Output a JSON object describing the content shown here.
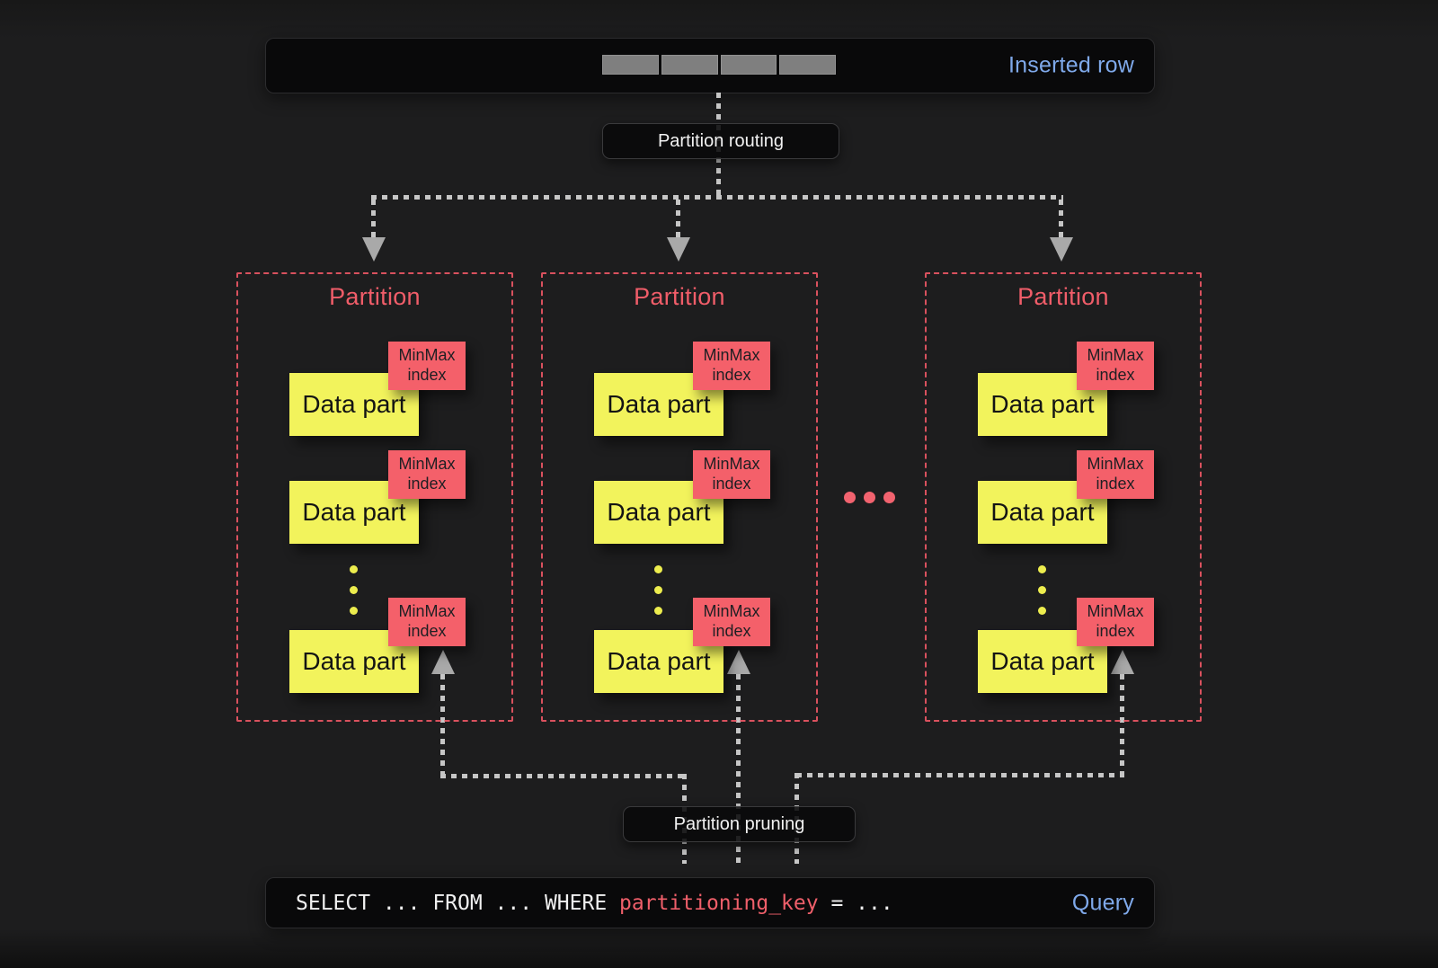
{
  "top_bar": {
    "label": "Inserted row",
    "row_cell_count": 4
  },
  "routing": {
    "label": "Partition routing"
  },
  "partitions": [
    {
      "title": "Partition",
      "parts": [
        {
          "label": "Data part",
          "index_tag": "MinMax index"
        },
        {
          "label": "Data part",
          "index_tag": "MinMax index"
        },
        {
          "label": "Data part",
          "index_tag": "MinMax index"
        }
      ]
    },
    {
      "title": "Partition",
      "parts": [
        {
          "label": "Data part",
          "index_tag": "MinMax index"
        },
        {
          "label": "Data part",
          "index_tag": "MinMax index"
        },
        {
          "label": "Data part",
          "index_tag": "MinMax index"
        }
      ]
    },
    {
      "title": "Partition",
      "parts": [
        {
          "label": "Data part",
          "index_tag": "MinMax index"
        },
        {
          "label": "Data part",
          "index_tag": "MinMax index"
        },
        {
          "label": "Data part",
          "index_tag": "MinMax index"
        }
      ]
    }
  ],
  "pruning": {
    "label": "Partition pruning"
  },
  "query": {
    "sql_before": "SELECT ... FROM ... WHERE ",
    "sql_key": "partitioning_key",
    "sql_after": " = ...",
    "label": "Query"
  },
  "colors": {
    "accent_blue": "#7fa9ea",
    "accent_red": "#f4606a",
    "accent_yellow": "#f2f35c",
    "dash_gray": "#c6c6c6",
    "background": "#1d1d1e"
  }
}
